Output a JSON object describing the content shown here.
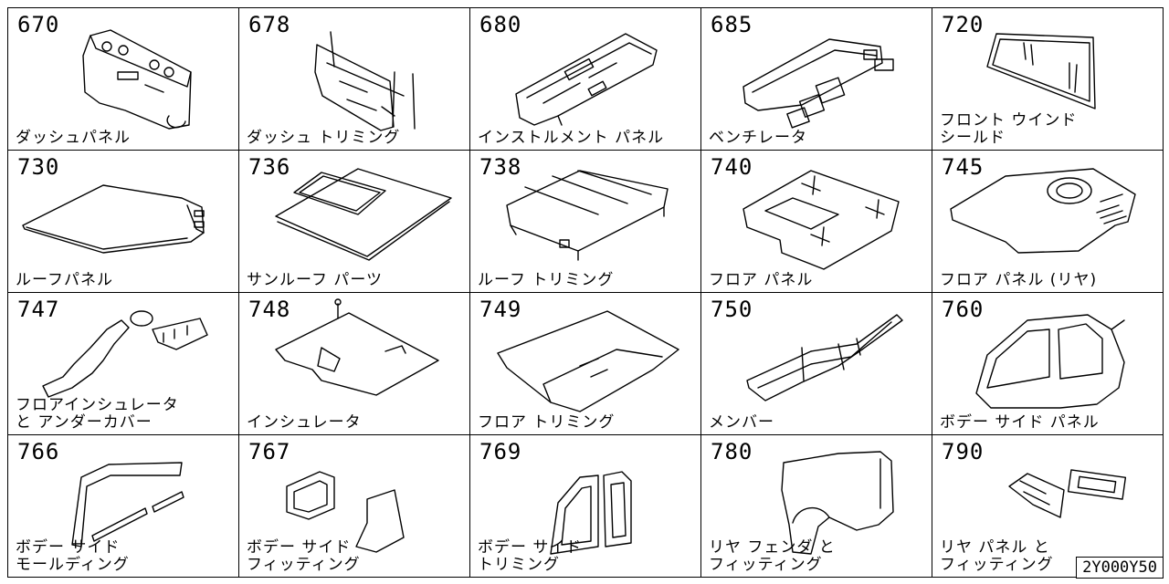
{
  "cells": [
    {
      "code": "670",
      "lines": [
        "ダッシュパネル"
      ],
      "icon": "dash-panel"
    },
    {
      "code": "678",
      "lines": [
        "ダッシュ トリミング"
      ],
      "icon": "dash-trimming"
    },
    {
      "code": "680",
      "lines": [
        "インストルメント パネル"
      ],
      "icon": "instrument-panel"
    },
    {
      "code": "685",
      "lines": [
        "ベンチレータ"
      ],
      "icon": "ventilator"
    },
    {
      "code": "720",
      "lines": [
        "フロント ウインド",
        "シールド"
      ],
      "icon": "windshield"
    },
    {
      "code": "730",
      "lines": [
        "ルーフパネル"
      ],
      "icon": "roof-panel"
    },
    {
      "code": "736",
      "lines": [
        "サンルーフ パーツ"
      ],
      "icon": "sunroof"
    },
    {
      "code": "738",
      "lines": [
        "ルーフ トリミング"
      ],
      "icon": "roof-trimming"
    },
    {
      "code": "740",
      "lines": [
        "フロア パネル"
      ],
      "icon": "floor-panel"
    },
    {
      "code": "745",
      "lines": [
        "フロア パネル (リヤ)"
      ],
      "icon": "rear-floor-panel"
    },
    {
      "code": "747",
      "lines": [
        "フロアインシュレータ",
        "と アンダーカバー"
      ],
      "icon": "floor-insulator"
    },
    {
      "code": "748",
      "lines": [
        "インシュレータ"
      ],
      "icon": "insulator"
    },
    {
      "code": "749",
      "lines": [
        "フロア トリミング"
      ],
      "icon": "floor-trimming"
    },
    {
      "code": "750",
      "lines": [
        "メンバー"
      ],
      "icon": "member"
    },
    {
      "code": "760",
      "lines": [
        "ボデー サイド パネル"
      ],
      "icon": "body-side-panel"
    },
    {
      "code": "766",
      "lines": [
        "ボデー サイド",
        "モールディング"
      ],
      "icon": "body-side-molding"
    },
    {
      "code": "767",
      "lines": [
        "ボデー サイド",
        "フィッティング"
      ],
      "icon": "body-side-fitting"
    },
    {
      "code": "769",
      "lines": [
        "ボデー サイド",
        "トリミング"
      ],
      "icon": "body-side-trimming"
    },
    {
      "code": "780",
      "lines": [
        "リヤ フェンダ と",
        "フィッティング"
      ],
      "icon": "rear-fender"
    },
    {
      "code": "790",
      "lines": [
        "リヤ パネル と",
        "フィッティング"
      ],
      "icon": "rear-panel"
    }
  ],
  "reference": "2Y000Y50"
}
